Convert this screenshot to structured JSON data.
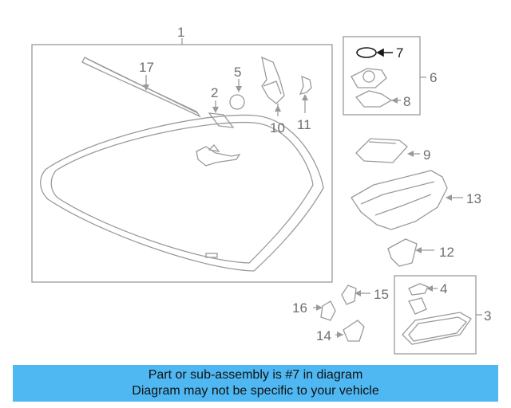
{
  "diagram": {
    "callouts": {
      "c1": "1",
      "c2": "2",
      "c3": "3",
      "c4": "4",
      "c5": "5",
      "c6": "6",
      "c7": "7",
      "c8": "8",
      "c9": "9",
      "c10": "10",
      "c11": "11",
      "c12": "12",
      "c13": "13",
      "c14": "14",
      "c15": "15",
      "c16": "16",
      "c17": "17"
    },
    "highlighted_part": "7"
  },
  "banner": {
    "line1": "Part or sub-assembly is #7 in diagram",
    "line2": "Diagram may not be specific to your vehicle",
    "color": "#4fb8f2"
  }
}
